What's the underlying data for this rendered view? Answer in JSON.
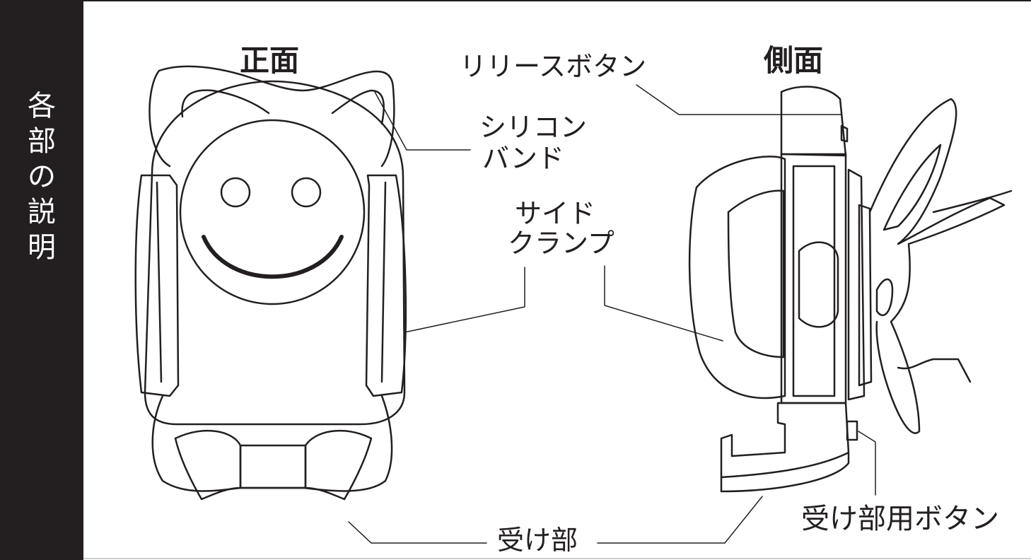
{
  "sidebar": {
    "title_chars": [
      "各",
      "部",
      "の",
      "説",
      "明"
    ]
  },
  "headings": {
    "front": "正面",
    "side": "側面"
  },
  "labels": {
    "release_button": "リリースボタン",
    "silicone_band_line1": "シリコン",
    "silicone_band_line2": "バンド",
    "side_clamp_line1": "サイド",
    "side_clamp_line2": "クランプ",
    "receiver": "受け部",
    "receiver_button": "受け部用ボタン"
  },
  "colors": {
    "ink": "#231f20",
    "sidebar_bg": "#231f20",
    "sidebar_text": "#ffffff"
  }
}
